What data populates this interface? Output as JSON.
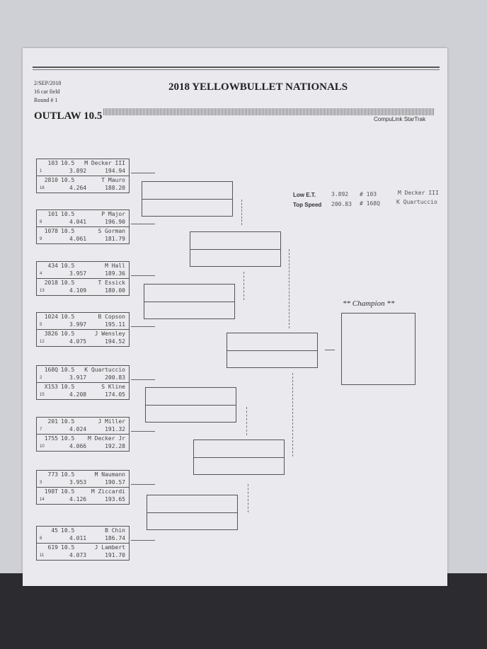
{
  "header": {
    "date": "2/SEP/2018",
    "field": "16 car field",
    "round": "Round # 1",
    "title": "2018 YELLOWBULLET NATIONALS",
    "class_title": "OUTLAW 10.5",
    "brand": "CompuLink StarTrak"
  },
  "stats": {
    "low_et_label": "Low  E.T.",
    "low_et": "3.892",
    "low_et_car": "# 103",
    "low_et_driver": "M Decker III",
    "top_speed_label": "Top Speed",
    "top_speed": "200.83",
    "top_speed_car": "# 168Q",
    "top_speed_driver": "K Quartuccio"
  },
  "champion_label": "** Champion **",
  "matchups": [
    [
      {
        "car": "103",
        "class": "10.5",
        "name": "M Decker III",
        "seed": "1",
        "et": "3.892",
        "speed": "194.94"
      },
      {
        "car": "2810",
        "class": "10.5",
        "name": "T Mauro",
        "seed": "16",
        "et": "4.264",
        "speed": "188.20"
      }
    ],
    [
      {
        "car": "101",
        "class": "10.5",
        "name": "P Major",
        "seed": "8",
        "et": "4.041",
        "speed": "196.90"
      },
      {
        "car": "1078",
        "class": "10.5",
        "name": "S Gorman",
        "seed": "9",
        "et": "4.061",
        "speed": "181.79"
      }
    ],
    [
      {
        "car": "434",
        "class": "10.5",
        "name": "M Hall",
        "seed": "4",
        "et": "3.957",
        "speed": "189.36"
      },
      {
        "car": "2018",
        "class": "10.5",
        "name": "T Essick",
        "seed": "13",
        "et": "4.109",
        "speed": "180.00"
      }
    ],
    [
      {
        "car": "1024",
        "class": "10.5",
        "name": "B Copson",
        "seed": "5",
        "et": "3.997",
        "speed": "195.11"
      },
      {
        "car": "3826",
        "class": "10.5",
        "name": "J Wensley",
        "seed": "12",
        "et": "4.075",
        "speed": "194.52"
      }
    ],
    [
      {
        "car": "168Q",
        "class": "10.5",
        "name": "K Quartuccio",
        "seed": "2",
        "et": "3.917",
        "speed": "200.83"
      },
      {
        "car": "X153",
        "class": "10.5",
        "name": "S Kline",
        "seed": "15",
        "et": "4.208",
        "speed": "174.05"
      }
    ],
    [
      {
        "car": "201",
        "class": "10.5",
        "name": "J Miller",
        "seed": "7",
        "et": "4.024",
        "speed": "191.32"
      },
      {
        "car": "1755",
        "class": "10.5",
        "name": "M Decker Jr",
        "seed": "10",
        "et": "4.066",
        "speed": "192.28"
      }
    ],
    [
      {
        "car": "773",
        "class": "10.5",
        "name": "M Naumann",
        "seed": "3",
        "et": "3.953",
        "speed": "190.57"
      },
      {
        "car": "198T",
        "class": "10.5",
        "name": "M Ziccardi",
        "seed": "14",
        "et": "4.126",
        "speed": "193.65"
      }
    ],
    [
      {
        "car": "45",
        "class": "10.5",
        "name": "B Chin",
        "seed": "6",
        "et": "4.011",
        "speed": "186.74"
      },
      {
        "car": "619",
        "class": "10.5",
        "name": "J Lambert",
        "seed": "11",
        "et": "4.073",
        "speed": "191.70"
      }
    ]
  ]
}
